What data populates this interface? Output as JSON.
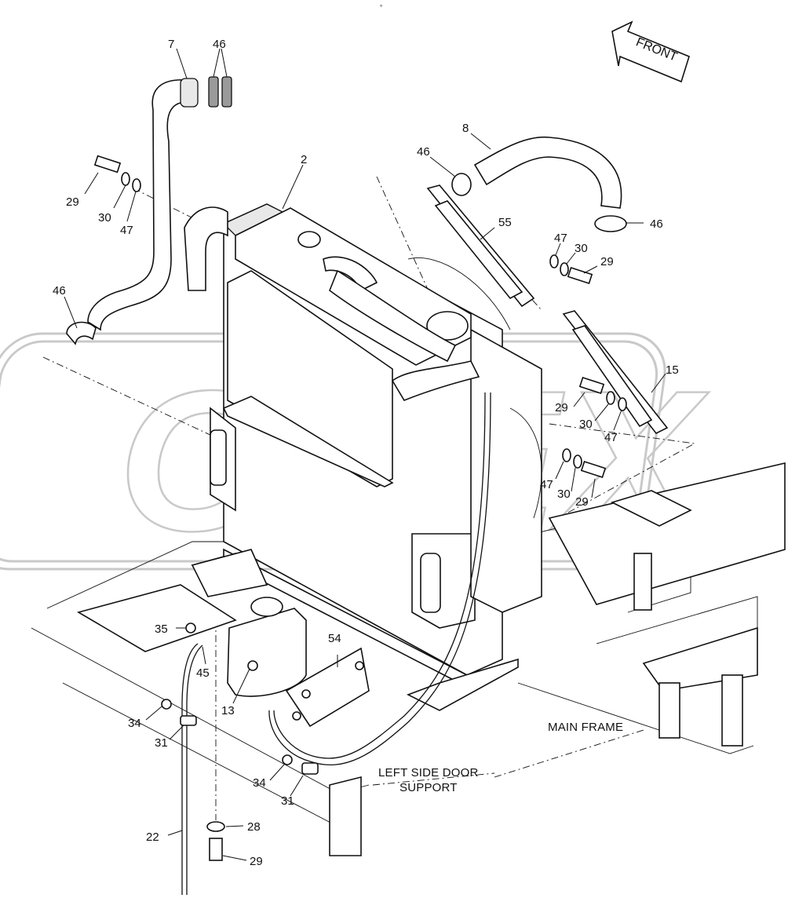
{
  "header": {
    "mark": "°"
  },
  "direction": {
    "front_label": "FRONT"
  },
  "callouts": [
    {
      "id": "c7",
      "text": "7"
    },
    {
      "id": "c46a",
      "text": "46"
    },
    {
      "id": "c2",
      "text": "2"
    },
    {
      "id": "c8",
      "text": "8"
    },
    {
      "id": "c46b",
      "text": "46"
    },
    {
      "id": "c46c",
      "text": "46"
    },
    {
      "id": "c55",
      "text": "55"
    },
    {
      "id": "c29a",
      "text": "29"
    },
    {
      "id": "c30a",
      "text": "30"
    },
    {
      "id": "c47a",
      "text": "47"
    },
    {
      "id": "c47b",
      "text": "47"
    },
    {
      "id": "c30b",
      "text": "30"
    },
    {
      "id": "c29b",
      "text": "29"
    },
    {
      "id": "c46d",
      "text": "46"
    },
    {
      "id": "c15",
      "text": "15"
    },
    {
      "id": "c29c",
      "text": "29"
    },
    {
      "id": "c30c",
      "text": "30"
    },
    {
      "id": "c47c",
      "text": "47"
    },
    {
      "id": "c47d",
      "text": "47"
    },
    {
      "id": "c30d",
      "text": "30"
    },
    {
      "id": "c29d",
      "text": "29"
    },
    {
      "id": "c54",
      "text": "54"
    },
    {
      "id": "c35",
      "text": "35"
    },
    {
      "id": "c45",
      "text": "45"
    },
    {
      "id": "c13",
      "text": "13"
    },
    {
      "id": "c34a",
      "text": "34"
    },
    {
      "id": "c31a",
      "text": "31"
    },
    {
      "id": "c34b",
      "text": "34"
    },
    {
      "id": "c31b",
      "text": "31"
    },
    {
      "id": "c22",
      "text": "22"
    },
    {
      "id": "c28",
      "text": "28"
    },
    {
      "id": "c29e",
      "text": "29"
    }
  ],
  "notes": {
    "main_frame": "MAIN FRAME",
    "left_side_door_line1": "LEFT SIDE DOOR",
    "left_side_door_line2": "SUPPORT"
  },
  "watermark": {
    "text": "OPEX",
    "color": "#c9c9c9"
  }
}
